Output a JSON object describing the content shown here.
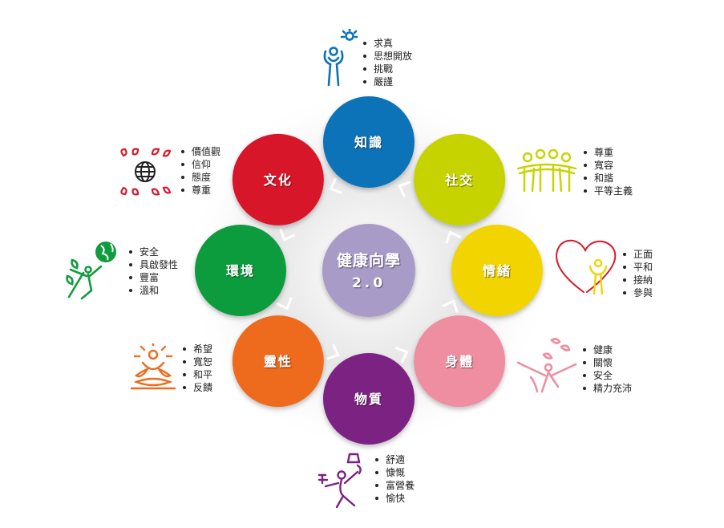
{
  "center": {
    "line1": "健康向學",
    "line2": "2.0",
    "color": "#a89bc8"
  },
  "petals": [
    {
      "key": "knowledge",
      "label": "知識",
      "color": "#0a73b8",
      "items": [
        "求真",
        "思想開放",
        "挑戰",
        "嚴謹"
      ],
      "icon": "lightbulb-figure-icon"
    },
    {
      "key": "social",
      "label": "社交",
      "color": "#c6d300",
      "items": [
        "尊重",
        "寬容",
        "和諧",
        "平等主義"
      ],
      "icon": "group-of-people-icon"
    },
    {
      "key": "emotion",
      "label": "情緒",
      "color": "#f2d400",
      "items": [
        "正面",
        "平和",
        "接納",
        "參與"
      ],
      "icon": "heart-figure-icon"
    },
    {
      "key": "body",
      "label": "身體",
      "color": "#ee8ea0",
      "items": [
        "健康",
        "關懷",
        "安全",
        "精力充沛"
      ],
      "icon": "leaping-figure-icon"
    },
    {
      "key": "material",
      "label": "物質",
      "color": "#7b2183",
      "items": [
        "舒適",
        "慷慨",
        "富營養",
        "愉快"
      ],
      "icon": "juggling-figure-icon"
    },
    {
      "key": "spirit",
      "label": "靈性",
      "color": "#ee6b1e",
      "items": [
        "希望",
        "寬恕",
        "和平",
        "反饋"
      ],
      "icon": "meditation-figure-icon"
    },
    {
      "key": "environment",
      "label": "環境",
      "color": "#109c3d",
      "items": [
        "安全",
        "具啟發性",
        "豐富",
        "溫和"
      ],
      "icon": "globe-figure-icon"
    },
    {
      "key": "culture",
      "label": "文化",
      "color": "#d7182a",
      "items": [
        "價值觀",
        "信仰",
        "態度",
        "尊重"
      ],
      "icon": "globe-leaves-icon"
    }
  ]
}
